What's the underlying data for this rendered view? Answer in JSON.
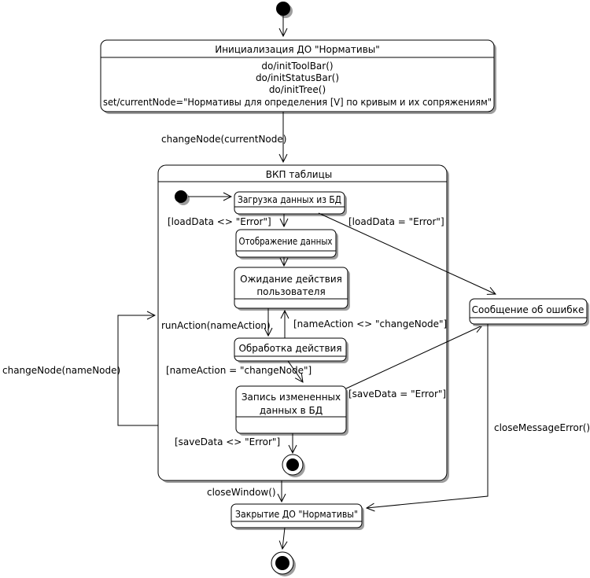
{
  "diagram_type": "uml-state-machine",
  "colors": {
    "stroke": "#000000",
    "fill": "#ffffff",
    "shadow": "#9e9e9e",
    "background": "#ffffff"
  },
  "states": {
    "init": {
      "name": "Инициализация ДО \"Нормативы\"",
      "actions": [
        "do/initToolBar()",
        "do/initStatusBar()",
        "do/initTree()",
        "set/currentNode=\"Нормативы для определения [V] по кривым и их сопряжениям\""
      ]
    },
    "table_panel": {
      "name": "ВКП таблицы"
    },
    "load_data": {
      "name": "Загрузка данных из БД"
    },
    "display_data": {
      "name": "Отображение данных"
    },
    "wait_user": {
      "name_line1": "Ожидание действия",
      "name_line2": "пользователя"
    },
    "process_action": {
      "name": "Обработка действия"
    },
    "save_data": {
      "name_line1": "Запись измененных",
      "name_line2": "данных в БД"
    },
    "error_message": {
      "name": "Сообщение об ошибке"
    },
    "close_do": {
      "name": "Закрытие ДО \"Нормативы\""
    }
  },
  "transitions": {
    "change_node_current": "changeNode(currentNode)",
    "load_ok": "[loadData <> \"Error\"]",
    "load_error": "[loadData = \"Error\"]",
    "run_action": "runAction(nameAction)",
    "action_not_change_node": "[nameAction <> \"changeNode\"]",
    "action_change_node": "[nameAction = \"changeNode\"]",
    "save_error": "[saveData = \"Error\"]",
    "save_ok": "[saveData <> \"Error\"]",
    "change_node_name": "changeNode(nameNode)",
    "close_window": "closeWindow()",
    "close_message_error": "closeMessageError()"
  }
}
